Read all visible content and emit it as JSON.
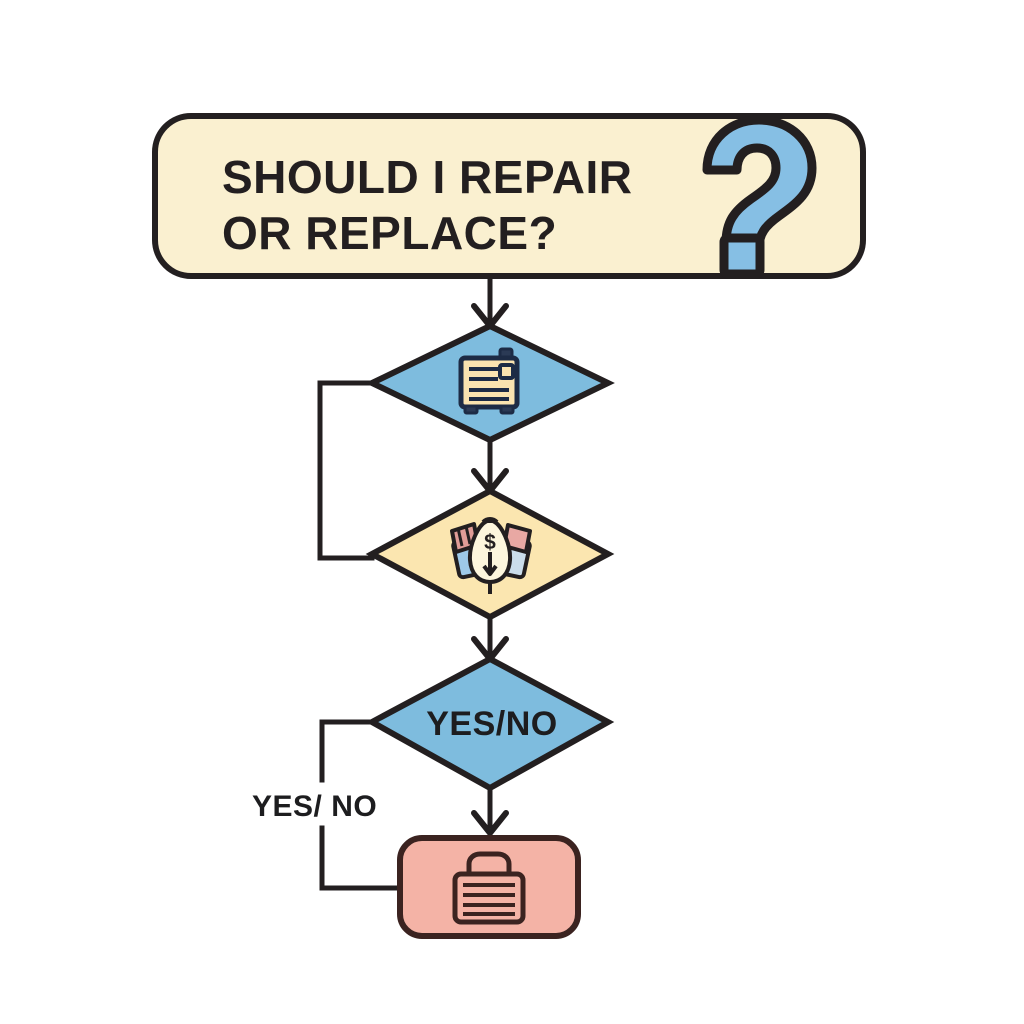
{
  "diagram": {
    "type": "flowchart",
    "background_color": "#ffffff",
    "stroke_color": "#231f20",
    "title_node": {
      "name": "should-i-repair-or-replace",
      "shape": "rounded-rectangle",
      "fill_color": "#FAF0D0",
      "line1": "SHOULD I REPAIR",
      "line2": "OR REPLACE?",
      "icon": "question-mark-icon",
      "icon_fill": "#86BFE4"
    },
    "nodes": [
      {
        "name": "appliance-decision",
        "shape": "diamond",
        "fill_color": "#7EBCDE",
        "label": "",
        "icon": "appliance-icon",
        "icon_fill": "#FAE3B0"
      },
      {
        "name": "cost-decision",
        "shape": "diamond",
        "fill_color": "#FBE6B0",
        "label": "",
        "icon": "money-bag-hands-icon",
        "icon_fill": "#FDF6DD"
      },
      {
        "name": "yes-no-decision",
        "shape": "diamond",
        "fill_color": "#7EBCDE",
        "label": "YES/NO",
        "icon": "",
        "icon_fill": ""
      },
      {
        "name": "repair-toolbox-outcome",
        "shape": "rounded-rectangle",
        "fill_color": "#F4B3A6",
        "label": "",
        "icon": "toolbox-icon",
        "icon_fill": "#F4B3A6"
      }
    ],
    "edges": [
      {
        "name": "edge-title-to-appliance",
        "from": "should-i-repair-or-replace",
        "to": "appliance-decision",
        "label": "",
        "arrow": true
      },
      {
        "name": "edge-appliance-to-cost",
        "from": "appliance-decision",
        "to": "cost-decision",
        "label": "",
        "arrow": true
      },
      {
        "name": "edge-appliance-left-bracket",
        "from": "appliance-decision",
        "to": "cost-decision",
        "label": "",
        "arrow": false
      },
      {
        "name": "edge-cost-to-yesno",
        "from": "cost-decision",
        "to": "yes-no-decision",
        "label": "",
        "arrow": true
      },
      {
        "name": "edge-yesno-to-toolbox",
        "from": "yes-no-decision",
        "to": "repair-toolbox-outcome",
        "label": "",
        "arrow": true
      },
      {
        "name": "edge-yesno-left-bracket",
        "from": "yes-no-decision",
        "to": "repair-toolbox-outcome",
        "label": "YES/ NO",
        "arrow": false
      }
    ],
    "edge_label": "YES/ NO"
  }
}
